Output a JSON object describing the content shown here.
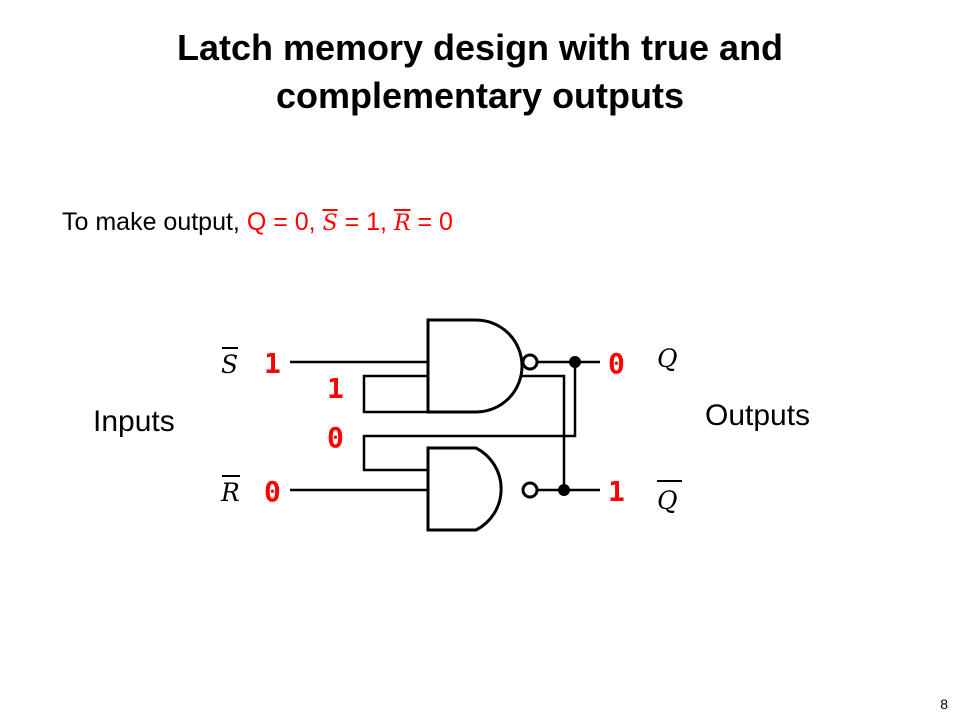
{
  "slide": {
    "title_line1": "Latch memory design with true and",
    "title_line2": "complementary outputs",
    "page_number": "8"
  },
  "subtitle": {
    "prefix": "To make output, ",
    "q_part": "Q = 0, ",
    "s_var": "S",
    "s_val": " = 1, ",
    "r_var": "R",
    "r_val": " = 0"
  },
  "labels": {
    "inputs": "Inputs",
    "outputs": "Outputs"
  },
  "signals": {
    "s_bar": "S",
    "r_bar": "R",
    "q": "Q",
    "q_bar": "Q"
  },
  "values": {
    "s_in": "1",
    "r_in": "0",
    "q_out": "0",
    "q_bar_out": "1",
    "feedback_top": "1",
    "feedback_bottom": "0"
  },
  "colors": {
    "value_red": "#ff0000",
    "wire": "#000000"
  }
}
